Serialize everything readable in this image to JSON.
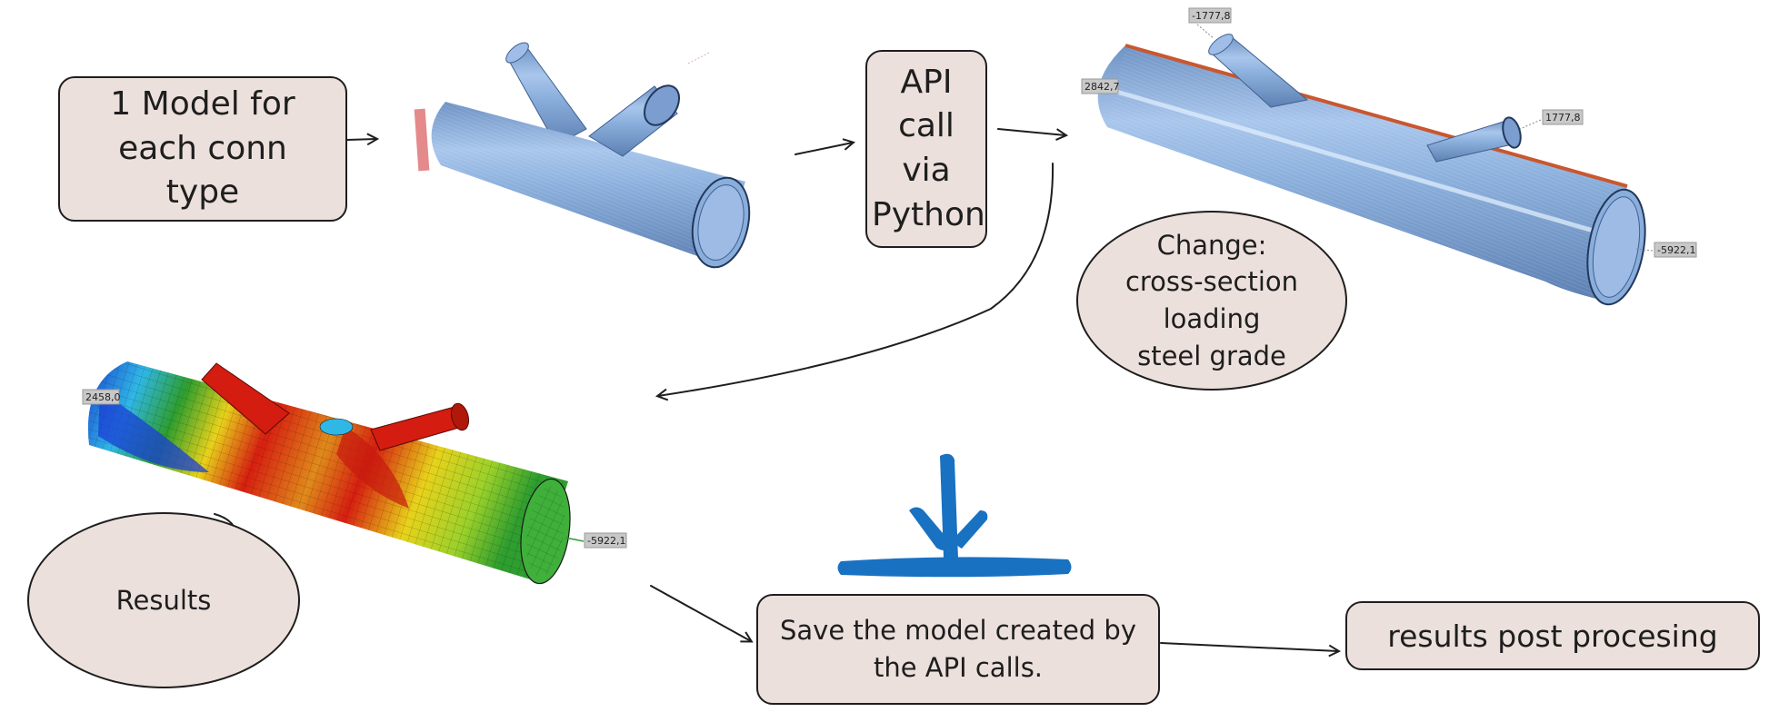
{
  "nodes": {
    "model_box": "1 Model for each conn type",
    "api_box": "API call via Python",
    "change_ellipse": {
      "title": "Change:",
      "items": [
        "cross-section",
        "loading",
        "steel grade"
      ]
    },
    "results_ellipse": "Results",
    "save_box": "Save the model created by the API calls.",
    "post_box": "results post procesing"
  },
  "tags": {
    "top_left": "2842,7",
    "top_branch": "-1777,8",
    "right_branch": "1777,8",
    "right_end": "-5922,1",
    "result_left": "2458,0",
    "result_right": "-5922,1"
  },
  "colors": {
    "box_fill": "#ece0dc",
    "stroke": "#1e1e1e",
    "pipe_blue": "#8eb2de",
    "stamp_blue": "#1971c2",
    "edge_red": "#c9572f"
  },
  "icons": [
    "t-joint-stamp-icon"
  ]
}
